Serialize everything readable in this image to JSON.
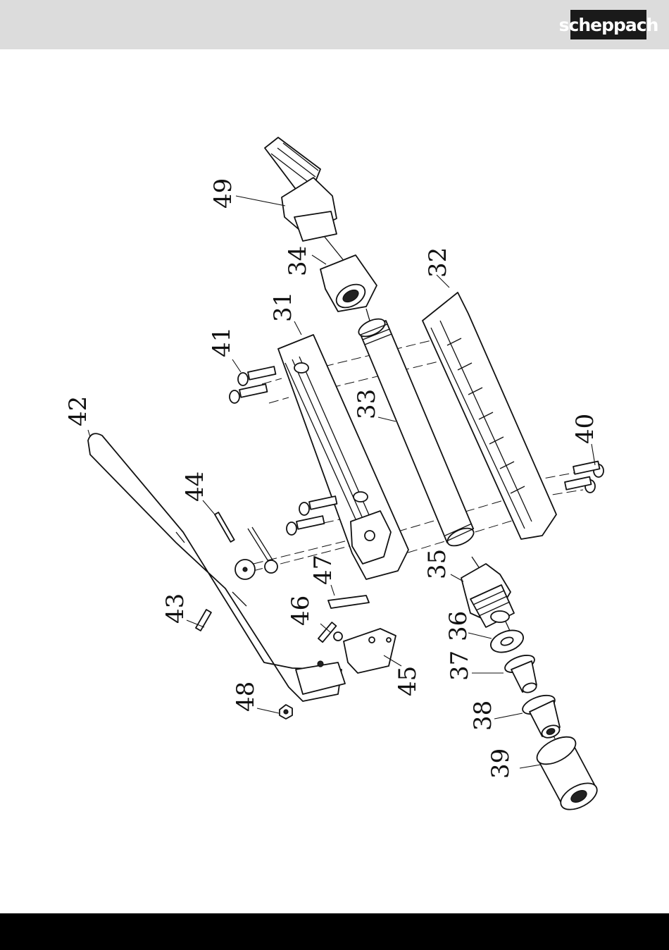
{
  "header": {
    "brand": "scheppach",
    "brand_color": "#1a1a1a",
    "band_color": "#dcdcdc"
  },
  "footer": {
    "band_color": "#000000"
  },
  "diagram": {
    "orientation": "rotated-90",
    "parts": [
      {
        "id": "31",
        "label": "31",
        "icon": "trigger-housing"
      },
      {
        "id": "32",
        "label": "32",
        "icon": "housing-half"
      },
      {
        "id": "33",
        "label": "33",
        "icon": "barrel-tube"
      },
      {
        "id": "34",
        "label": "34",
        "icon": "hex-nut"
      },
      {
        "id": "35",
        "label": "35",
        "icon": "threaded-nozzle"
      },
      {
        "id": "36",
        "label": "36",
        "icon": "washer"
      },
      {
        "id": "37",
        "label": "37",
        "icon": "nozzle-insert"
      },
      {
        "id": "38",
        "label": "38",
        "icon": "nozzle-insert"
      },
      {
        "id": "39",
        "label": "39",
        "icon": "nozzle-cap"
      },
      {
        "id": "40",
        "label": "40",
        "icon": "screw-pair"
      },
      {
        "id": "41",
        "label": "41",
        "icon": "screw-pair"
      },
      {
        "id": "42",
        "label": "42",
        "icon": "trigger-lever"
      },
      {
        "id": "43",
        "label": "43",
        "icon": "pin"
      },
      {
        "id": "44",
        "label": "44",
        "icon": "spring"
      },
      {
        "id": "45",
        "label": "45",
        "icon": "block"
      },
      {
        "id": "46",
        "label": "46",
        "icon": "grub-screw"
      },
      {
        "id": "47",
        "label": "47",
        "icon": "pad"
      },
      {
        "id": "48",
        "label": "48",
        "icon": "nut"
      },
      {
        "id": "49",
        "label": "49",
        "icon": "hose-connector"
      }
    ]
  }
}
